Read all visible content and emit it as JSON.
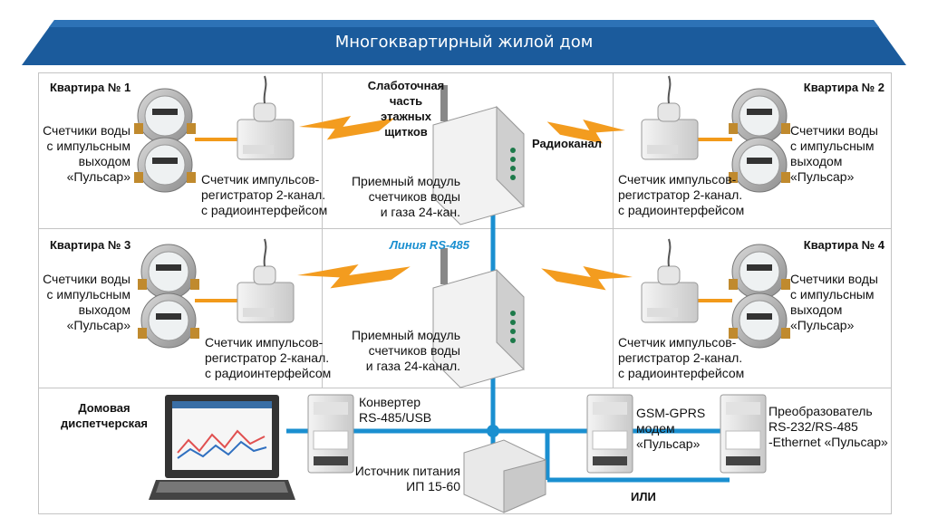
{
  "header": {
    "title": "Многоквартирный жилой дом"
  },
  "apartments": [
    {
      "label": "Квартира № 1",
      "meters": [
        "Счетчики воды",
        "с импульсным",
        "выходом",
        "«Пульсар»"
      ],
      "recorder": [
        "Счетчик импульсов-",
        "регистратор 2-канал.",
        "с радиоинтерфейсом"
      ]
    },
    {
      "label": "Квартира № 2",
      "meters": [
        "Счетчики воды",
        "с импульсным",
        "выходом",
        "«Пульсар»"
      ],
      "recorder": [
        "Счетчик импульсов-",
        "регистратор 2-канал.",
        "с радиоинтерфейсом"
      ]
    },
    {
      "label": "Квартира № 3",
      "meters": [
        "Счетчики воды",
        "с импульсным",
        "выходом",
        "«Пульсар»"
      ],
      "recorder": [
        "Счетчик импульсов-",
        "регистратор 2-канал.",
        "с радиоинтерфейсом"
      ]
    },
    {
      "label": "Квартира № 4",
      "meters": [
        "Счетчики воды",
        "с импульсным",
        "выходом",
        "«Пульсар»"
      ],
      "recorder": [
        "Счетчик импульсов-",
        "регистратор 2-канал.",
        "с радиоинтерфейсом"
      ]
    }
  ],
  "center": {
    "lowcurrent": [
      "Слаботочная часть",
      "этажных",
      "щитков"
    ],
    "radio": "Радиоканал",
    "receiver1": [
      "Приемный модуль",
      "счетчиков воды",
      "и газа 24-кан."
    ],
    "rs485": "Линия RS-485",
    "receiver2": [
      "Приемный модуль",
      "счетчиков воды",
      "и газа 24-канал."
    ]
  },
  "dispatch": {
    "label": [
      "Домовая",
      "диспетчерская"
    ],
    "converter": [
      "Конвертер",
      "RS-485/USB"
    ],
    "power": [
      "Источник питания",
      "ИП 15-60"
    ],
    "modem": [
      "GSM-GPRS",
      "модем",
      "«Пульсар»"
    ],
    "or": "ИЛИ",
    "ethernet": [
      "Преобразователь",
      "RS-232/RS-485",
      "-Ethernet «Пульсар»"
    ]
  },
  "colors": {
    "banner": "#1b5b9c",
    "bus": "#1a8fd0",
    "wire": "#f29a1a",
    "radio_arrow": "#f39c1f"
  }
}
